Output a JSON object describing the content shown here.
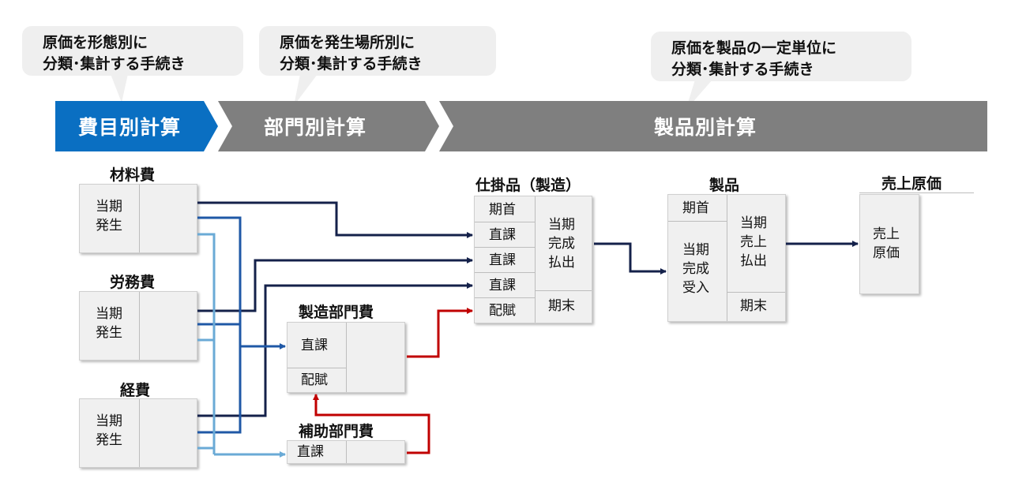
{
  "callouts": {
    "expense": [
      "原価を形態別に",
      "分類･集計する手続き"
    ],
    "department": [
      "原価を発生場所別に",
      "分類･集計する手続き"
    ],
    "product": [
      "原価を製品の一定単位に",
      "分類･集計する手続き"
    ]
  },
  "stages": {
    "expense": "費目別計算",
    "department": "部門別計算",
    "product": "製品別計算"
  },
  "colors": {
    "stage_active": "#0a6fc2",
    "stage_inactive": "#7f7f7f",
    "arrow_navy": "#14214a",
    "arrow_blue": "#1f58a6",
    "arrow_light_blue": "#6aaad6",
    "arrow_red": "#c00000"
  },
  "accounts": {
    "material": {
      "title": "材料費",
      "debit": [
        "当期",
        "発生"
      ]
    },
    "labor": {
      "title": "労務費",
      "debit": [
        "当期",
        "発生"
      ]
    },
    "overhead": {
      "title": "経費",
      "debit": [
        "当期",
        "発生"
      ]
    },
    "manufacturing_dept": {
      "title": "製造部門費",
      "debit_top": "直課",
      "debit_bottom": "配賦"
    },
    "auxiliary_dept": {
      "title": "補助部門費",
      "debit": "直課"
    },
    "wip": {
      "title": "仕掛品（製造）",
      "debit": [
        "期首",
        "直課",
        "直課",
        "直課",
        "配賦"
      ],
      "credit_top": [
        "当期",
        "完成",
        "払出"
      ],
      "credit_bottom": "期末"
    },
    "product": {
      "title": "製品",
      "debit_top": "期首",
      "debit_bottom": [
        "当期",
        "完成",
        "受入"
      ],
      "credit_top": [
        "当期",
        "売上",
        "払出"
      ],
      "credit_bottom": "期末"
    },
    "cogs": {
      "title": "売上原価",
      "debit": [
        "売上",
        "原価"
      ]
    }
  }
}
